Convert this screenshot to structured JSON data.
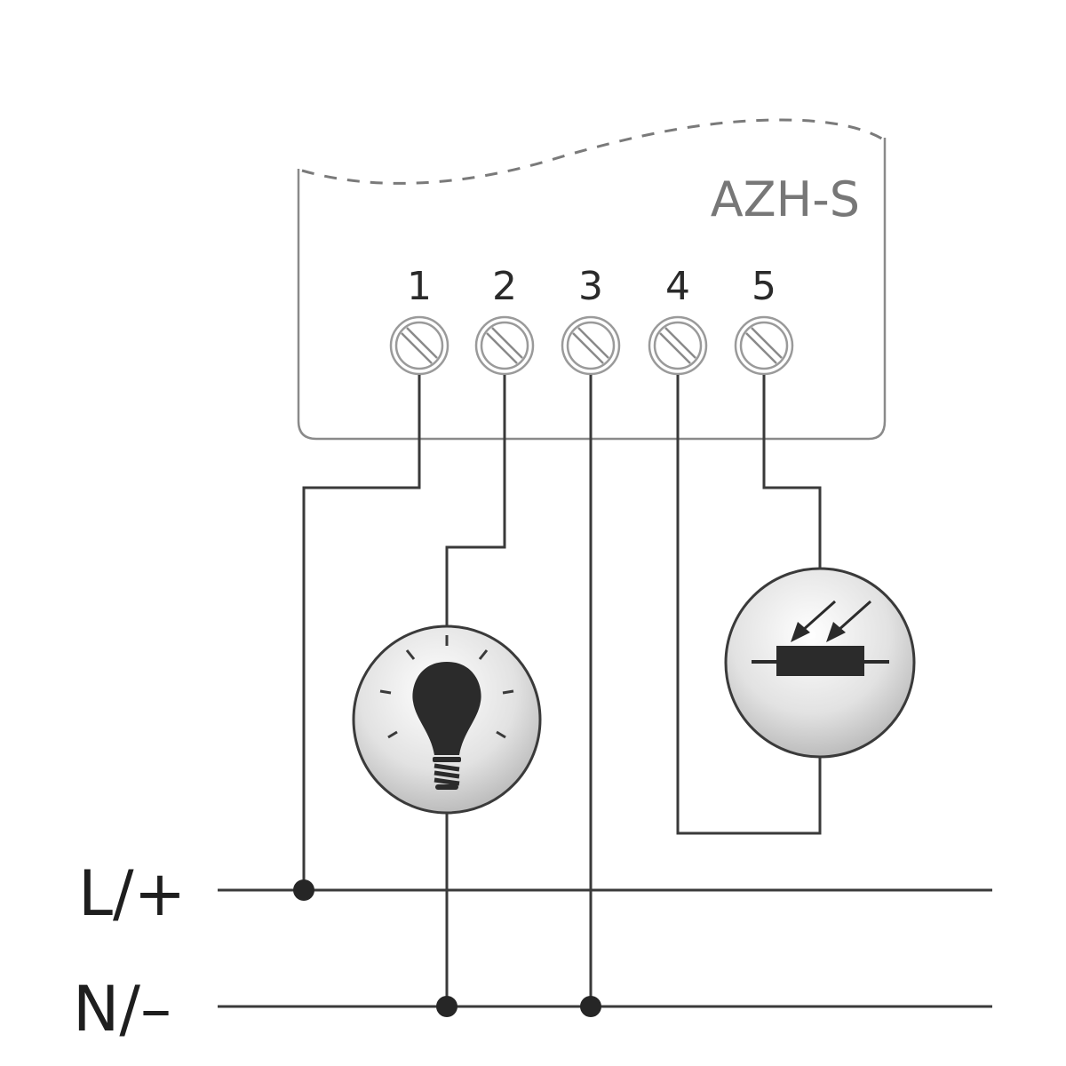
{
  "device": {
    "model": "AZH-S"
  },
  "terminals": [
    {
      "number": "1",
      "connection": "L/+"
    },
    {
      "number": "2",
      "connection": "lamp"
    },
    {
      "number": "3",
      "connection": "N/-"
    },
    {
      "number": "4",
      "connection": "light sensor"
    },
    {
      "number": "5",
      "connection": "light sensor"
    }
  ],
  "buses": {
    "live": "L/+",
    "neutral": "N/–"
  },
  "components": {
    "lamp": "lightbulb-icon",
    "sensor": "photoresistor-icon"
  },
  "colors": {
    "wire": "#3a3a3a",
    "housing": "#8a8a8a",
    "model_text": "#777777"
  }
}
